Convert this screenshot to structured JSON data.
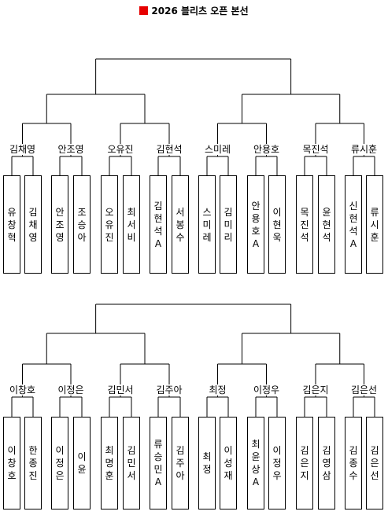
{
  "title": "2026 블리츠 오픈 본선",
  "title_icon": "red-square-icon",
  "accent_color": "#e60000",
  "brackets": [
    {
      "groups": [
        {
          "winner": "김채영",
          "players": [
            "유창혁",
            "김채영"
          ]
        },
        {
          "winner": "안조영",
          "players": [
            "안조영",
            "조승아"
          ]
        },
        {
          "winner": "오유진",
          "players": [
            "오유진",
            "최서비"
          ]
        },
        {
          "winner": "김현석",
          "players": [
            "김현석A",
            "서봉수"
          ]
        },
        {
          "winner": "스미레",
          "players": [
            "스미레",
            "김미리"
          ]
        },
        {
          "winner": "안용호",
          "players": [
            "안용호A",
            "이현욱"
          ]
        },
        {
          "winner": "목진석",
          "players": [
            "목진석",
            "윤현석"
          ]
        },
        {
          "winner": "류시훈",
          "players": [
            "신현석A",
            "류시훈"
          ]
        }
      ]
    },
    {
      "groups": [
        {
          "winner": "이창호",
          "players": [
            "이창호",
            "한종진"
          ]
        },
        {
          "winner": "이정은",
          "players": [
            "이정은",
            "이윤"
          ]
        },
        {
          "winner": "김민서",
          "players": [
            "최명훈",
            "김민서"
          ]
        },
        {
          "winner": "김주아",
          "players": [
            "류승민A",
            "김주아"
          ]
        },
        {
          "winner": "최정",
          "players": [
            "최정",
            "이성재"
          ]
        },
        {
          "winner": "이정우",
          "players": [
            "최윤상A",
            "이정우"
          ]
        },
        {
          "winner": "김은지",
          "players": [
            "김은지",
            "김영삼"
          ]
        },
        {
          "winner": "김은선",
          "players": [
            "김종수",
            "김은선"
          ]
        }
      ]
    }
  ]
}
